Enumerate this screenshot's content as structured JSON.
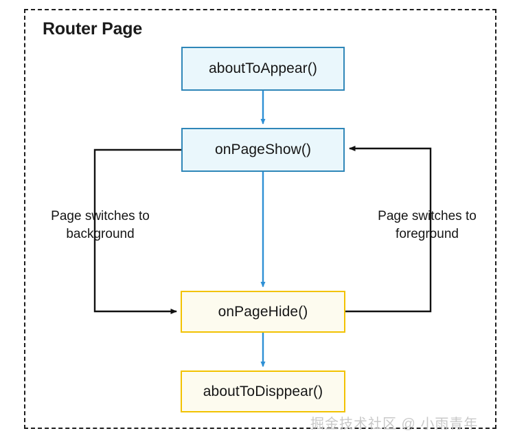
{
  "frame": {
    "title": "Router Page",
    "border_style": "dashed",
    "border_color": "#1c1c1c"
  },
  "colors": {
    "blue_border": "#2e86b8",
    "blue_fill": "#eaf7fc",
    "yellow_border": "#f2c200",
    "yellow_fill": "#fdfbef",
    "blue_arrow": "#2d8fd5",
    "black_arrow": "#111111",
    "text": "#151515",
    "watermark": "#c9c9c9"
  },
  "nodes": [
    {
      "id": "about-to-appear",
      "label": "aboutToAppear()",
      "style": "blue"
    },
    {
      "id": "on-page-show",
      "label": "onPageShow()",
      "style": "blue"
    },
    {
      "id": "on-page-hide",
      "label": "onPageHide()",
      "style": "yellow"
    },
    {
      "id": "about-to-disppear",
      "label": "aboutToDisppear()",
      "style": "yellow"
    }
  ],
  "edges": [
    {
      "id": "appear-to-show",
      "from": "about-to-appear",
      "to": "on-page-show",
      "color": "blue",
      "label": ""
    },
    {
      "id": "show-to-hide",
      "from": "on-page-show",
      "to": "on-page-hide",
      "color": "blue",
      "label": ""
    },
    {
      "id": "hide-to-disppear",
      "from": "on-page-hide",
      "to": "about-to-disppear",
      "color": "blue",
      "label": ""
    },
    {
      "id": "show-to-hide-background",
      "from": "on-page-show",
      "to": "on-page-hide",
      "color": "black",
      "label": "Page switches to\nbackground"
    },
    {
      "id": "hide-to-show-foreground",
      "from": "on-page-hide",
      "to": "on-page-show",
      "color": "black",
      "label": "Page switches to\nforeground"
    }
  ],
  "labels": {
    "to_background": "Page switches to\nbackground",
    "to_foreground": "Page switches to\nforeground"
  },
  "watermark": {
    "text": "掘金技术社区 @ 小雨青年"
  }
}
